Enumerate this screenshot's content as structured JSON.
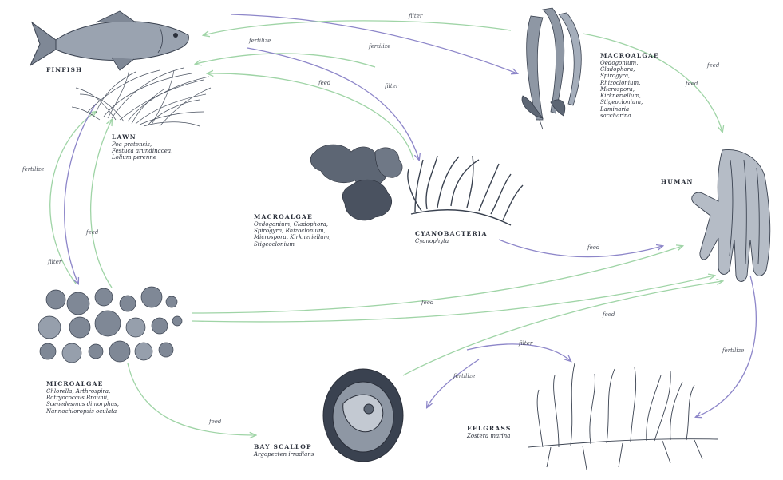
{
  "nodes": {
    "finfish": {
      "title": "FINFISH"
    },
    "lawn": {
      "title": "LAWN",
      "species": [
        "Poa pratensis,",
        "Festuca arundinacea,",
        "Lolium perenne"
      ]
    },
    "macroalgae_top": {
      "title": "MACROALGAE",
      "species": [
        "Oedogonium,",
        "Cladophora,",
        "Spirogyra,",
        "Rhizoclonium,",
        "Microspora,",
        "Kirkneriellum,",
        "Stigeoclonium,",
        "Laminaria",
        "saccharina"
      ]
    },
    "human": {
      "title": "HUMAN"
    },
    "macroalgae_center": {
      "title": "MACROALGAE",
      "species": [
        "Oedogonium, Cladophora,",
        "Spirogyra, Rhizoclonium,",
        "Microspora, Kirkneriellum,",
        "Stigeoclonium"
      ]
    },
    "cyanobacteria": {
      "title": "CYANOBACTERIA",
      "species": [
        "Cyanophyta"
      ]
    },
    "microalgae": {
      "title": "MICROALGAE",
      "species": [
        "Chlorella, Arthrospira,",
        "Botryococcus Braunii,",
        "Scenedesmus dimorphus,",
        "Nannochloropsis oculata"
      ]
    },
    "bay_scallop": {
      "title": "BAY SCALLOP",
      "species": [
        "Argopecten irradians"
      ]
    },
    "eelgrass": {
      "title": "EELGRASS",
      "species": [
        "Zostera marina"
      ]
    }
  },
  "flows": {
    "filter_top": "filter",
    "fertilize_top1": "fertilize",
    "fertilize_top2": "fertilize",
    "feed_lawn": "feed",
    "filter_mid": "filter",
    "feed_human1": "feed",
    "feed_human2": "feed",
    "fertilize_left": "fertilize",
    "feed_left": "feed",
    "filter_left": "filter",
    "feed_cyano": "feed",
    "feed_micro": "feed",
    "feed_scallop": "feed",
    "feed_human_low": "feed",
    "filter_eel": "filter",
    "fertilize_eel": "fertilize",
    "fertilize_human": "fertilize"
  },
  "colors": {
    "green_arrow": "#9fd4a6",
    "purple_arrow": "#8d86c9",
    "ink": "#2a2f3a"
  }
}
